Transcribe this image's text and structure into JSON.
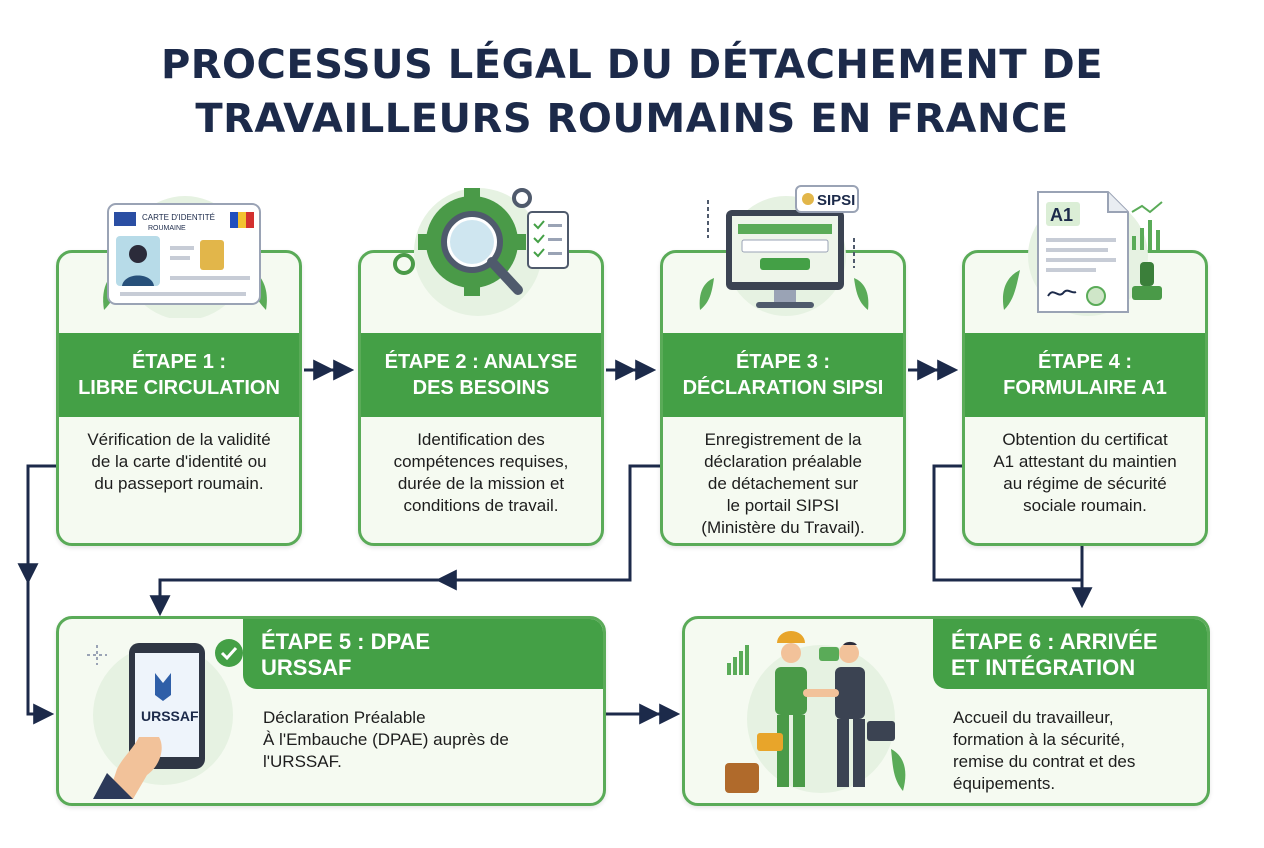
{
  "title": {
    "line1": "PROCESSUS LÉGAL DU DÉTACHEMENT DE",
    "line2": "TRAVAILLEURS ROUMAINS EN FRANCE"
  },
  "steps": [
    {
      "heading_line1": "ÉTAPE 1 :",
      "heading_line2": "LIBRE CIRCULATION",
      "desc_lines": [
        "Vérification de la validité",
        "de la carte d'identité ou",
        "du passeport roumain."
      ],
      "illus_text1": "CARTE D'IDENTITÉ",
      "illus_text2": "ROUMAINE"
    },
    {
      "heading_line1": "ÉTAPE 2 : ANALYSE",
      "heading_line2": "DES BESOINS",
      "desc_lines": [
        "Identification des",
        "compétences requises,",
        "durée de la mission et",
        "conditions de travail."
      ]
    },
    {
      "heading_line1": "ÉTAPE 3 :",
      "heading_line2": "DÉCLARATION SIPSI",
      "desc_lines": [
        "Enregistrement de la",
        "déclaration préalable",
        "de détachement sur",
        "le portail SIPSI",
        "(Ministère du Travail)."
      ],
      "illus_badge": "SIPSI"
    },
    {
      "heading_line1": "ÉTAPE 4 :",
      "heading_line2": "FORMULAIRE A1",
      "desc_lines": [
        "Obtention du certificat",
        "A1 attestant du maintien",
        "au régime de sécurité",
        "sociale roumain."
      ],
      "illus_doc": "A1"
    },
    {
      "heading_line1": "ÉTAPE 5 : DPAE",
      "heading_line2": "URSSAF",
      "desc_lines": [
        "Déclaration Préalable",
        "À l'Embauche (DPAE) auprès de",
        "l'URSSAF."
      ],
      "illus_app": "URSSAF"
    },
    {
      "heading_line1": "ÉTAPE 6 : ARRIVÉE",
      "heading_line2": "ET INTÉGRATION",
      "desc_lines": [
        "Accueil du travailleur,",
        "formation à la sécurité,",
        "remise du contrat et des",
        "équipements."
      ]
    }
  ],
  "colors": {
    "green": "#44a046",
    "green_border": "#5aab58",
    "navy": "#1c2a4a",
    "card_bg": "#f5faf1"
  }
}
